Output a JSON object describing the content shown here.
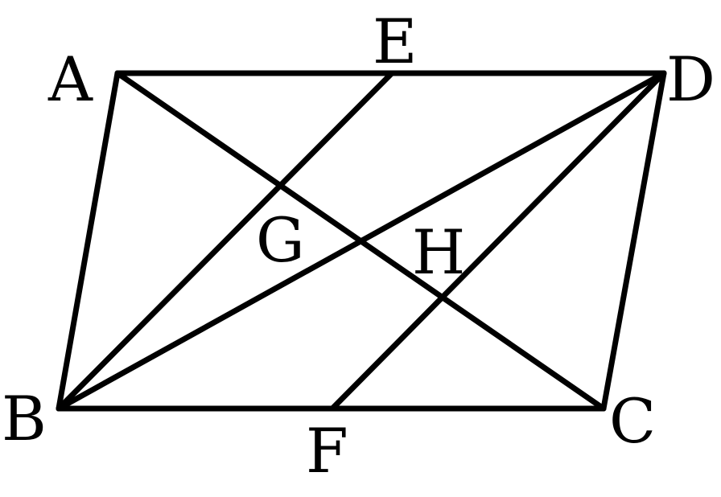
{
  "diagram": {
    "stroke_color": "#000000",
    "background": "#ffffff",
    "points": {
      "A": "A",
      "B": "B",
      "C": "C",
      "D": "D",
      "E": "E",
      "F": "F",
      "G": "G",
      "H": "H"
    },
    "segments": [
      "AD",
      "AB",
      "BC",
      "DC",
      "AC",
      "BD",
      "BE",
      "FD"
    ]
  }
}
